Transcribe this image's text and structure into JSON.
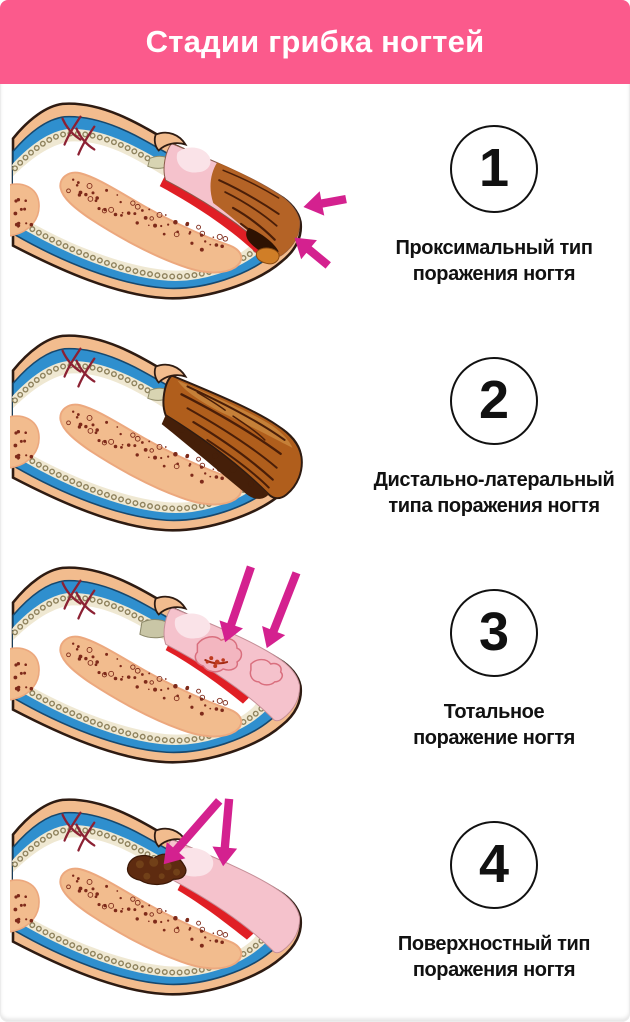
{
  "header": {
    "title": "Стадии грибка ногтей"
  },
  "stages": [
    {
      "number": "1",
      "label": "Проксимальный тип\nпоражения ногтя"
    },
    {
      "number": "2",
      "label": "Дистально-латеральный\nтипа поражения ногтя"
    },
    {
      "number": "3",
      "label": "Тотальное\nпоражение ногтя"
    },
    {
      "number": "4",
      "label": "Поверхностный тип\nпоражения ногтя"
    }
  ],
  "colors": {
    "page_bg": "#FFFFFF",
    "header_bg": "#FB5A8C",
    "header_text": "#FFFFFF",
    "caption_text": "#111111",
    "circle_border": "#111111",
    "circle_bg": "#FFFFFF",
    "arrow": "#D4218F",
    "skin": "#F2BC8E",
    "skin_outline": "#2E1B12",
    "derm_blue": "#2F8FCE",
    "derm_blue_dark": "#16486E",
    "cream": "#EFE8D2",
    "bead": "#8F835E",
    "interior_white": "#FFFFFF",
    "bone_edge": "#ECA87E",
    "bone_dot": "#7E2A1A",
    "crease": "#8C2133",
    "nail_pink": "#F5C2CC",
    "nail_pink_light": "#FAE3E8",
    "nail_bed_red": "#E01F25",
    "fungus": "#B05E1C",
    "fungus_highlight": "#CB8840",
    "fungus_dark": "#4A1E08",
    "fungus_deep": "#2E1202",
    "fungus_debris": "#D07E27",
    "fungus_mass": "#5E2B10",
    "patch_stroke": "#D96F7E",
    "patch_fill": "#F3B6C0",
    "patch_crumb": "#BF3A1E",
    "matrix": "#D8D4B2",
    "matrix_big": "#C9C6A6"
  }
}
